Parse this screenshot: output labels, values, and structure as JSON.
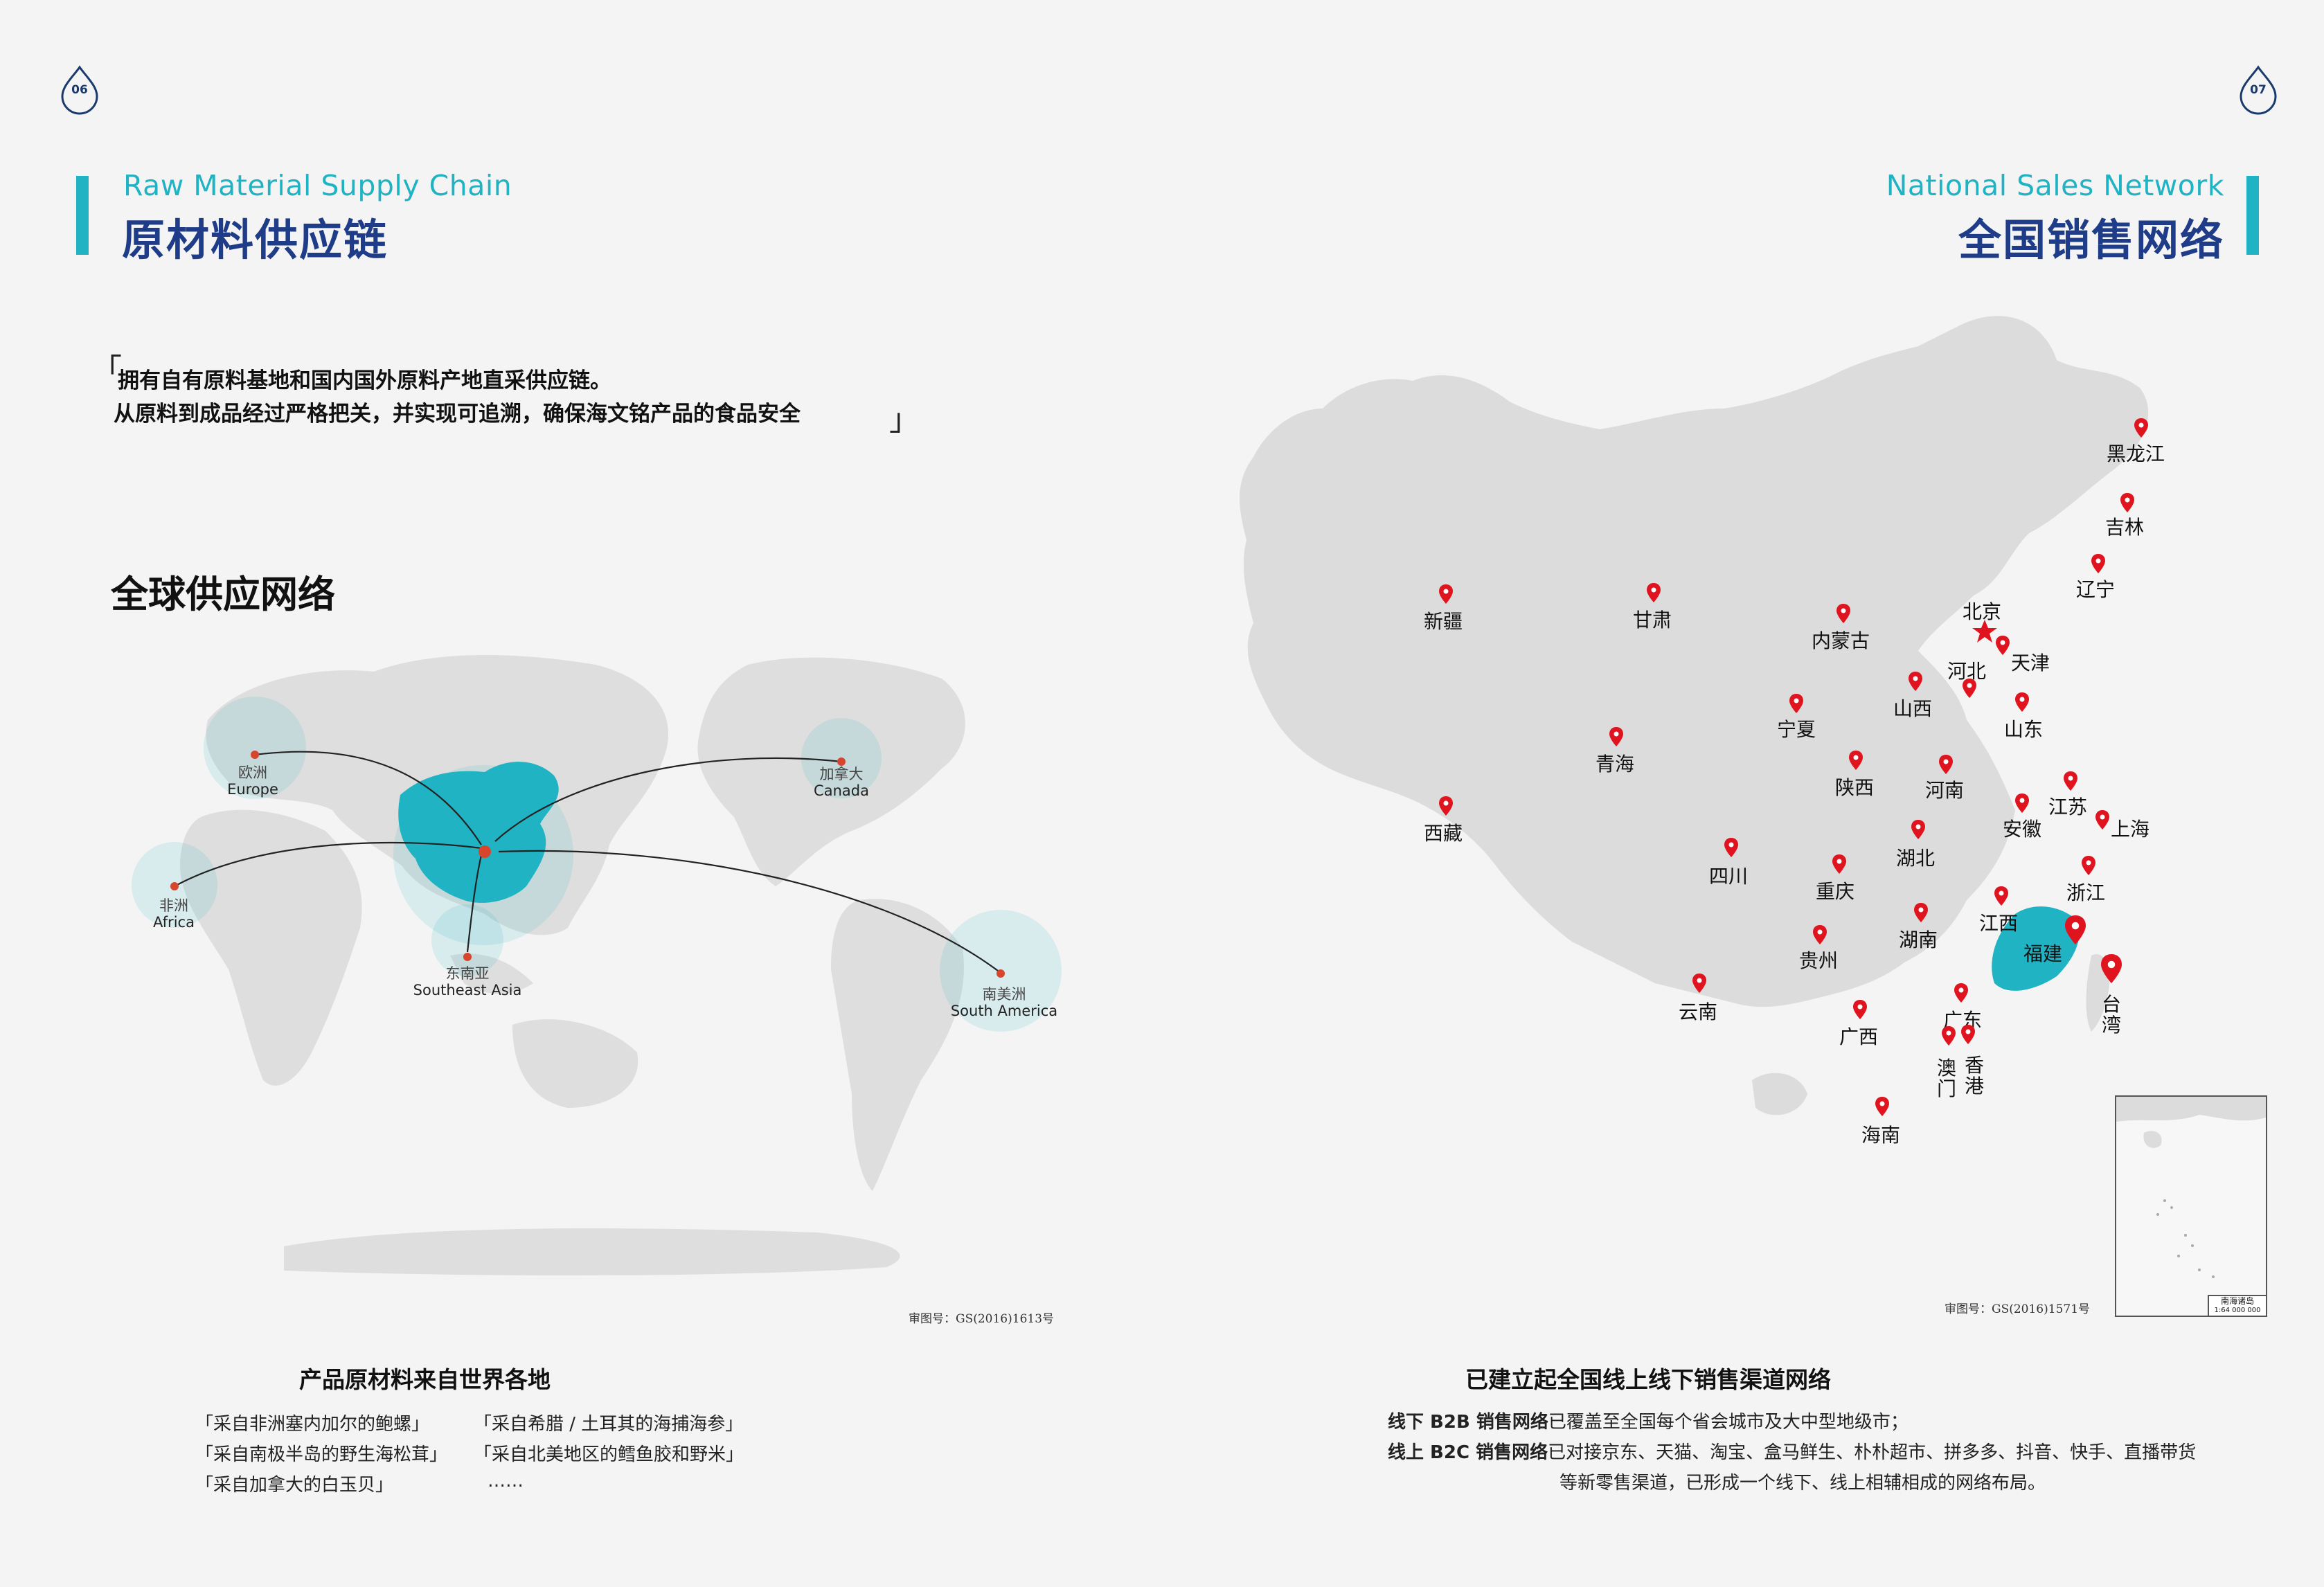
{
  "left_page": {
    "page_number": "06",
    "title_en": "Raw Material Supply Chain",
    "title_cn": "原材料供应链",
    "quote_line1": "拥有自有原料基地和国内国外原料产地直采供应链。",
    "quote_line2": "从原料到成品经过严格把关，并实现可追溯，确保海文铭产品的食品安全",
    "quote_open": "「",
    "quote_close": "」",
    "section_title": "全球供应网络",
    "regions": [
      {
        "cn": "欧洲",
        "en": "Europe"
      },
      {
        "cn": "加拿大",
        "en": "Canada"
      },
      {
        "cn": "非洲",
        "en": "Africa"
      },
      {
        "cn": "东南亚",
        "en": "Southeast Asia"
      },
      {
        "cn": "南美洲",
        "en": "South America"
      }
    ],
    "map_approval": "审图号：GS(2016)1613号",
    "bottom_title": "产品原材料来自世界各地",
    "sources": [
      "「采自非洲塞内加尔的鲍螺」",
      "「采自希腊 / 土耳其的海捕海参」",
      "「采自南极半岛的野生海松茸」",
      "「采自北美地区的鳕鱼胶和野米」",
      "「采自加拿大的白玉贝」",
      "……"
    ]
  },
  "right_page": {
    "page_number": "07",
    "title_en": "National Sales Network",
    "title_cn": "全国销售网络",
    "provinces": [
      "黑龙江",
      "吉林",
      "辽宁",
      "北京",
      "天津",
      "河北",
      "山西",
      "内蒙古",
      "山东",
      "新疆",
      "甘肃",
      "宁夏",
      "青海",
      "陕西",
      "河南",
      "江苏",
      "上海",
      "安徽",
      "西藏",
      "四川",
      "湖北",
      "重庆",
      "浙江",
      "江西",
      "湖南",
      "贵州",
      "福建",
      "台湾",
      "云南",
      "广西",
      "广东",
      "澳门",
      "香港",
      "海南"
    ],
    "map_approval": "审图号：GS(2016)1571号",
    "inset_label_1": "南海诸岛",
    "inset_label_2": "1:64 000 000",
    "bottom_title": "已建立起全国线上线下销售渠道网络",
    "offline_label": "线下 B2B 销售网络",
    "offline_text": "已覆盖至全国每个省会城市及大中型地级市；",
    "online_label": "线上 B2C 销售网络",
    "online_text": "已对接京东、天猫、淘宝、盒马鲜生、朴朴超市、拼多多、抖音、快手、直播带货",
    "online_text2": "等新零售渠道，已形成一个线下、线上相辅相成的网络布局。"
  },
  "colors": {
    "accent_teal": "#1fb3c4",
    "title_navy": "#1f3c88",
    "pin_red": "#e0141e",
    "map_gray": "#dcdcdc"
  }
}
